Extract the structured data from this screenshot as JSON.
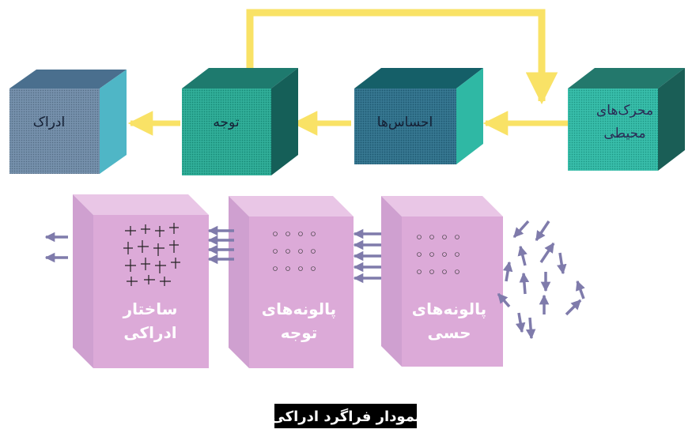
{
  "title": "نمودار فراگرد ادراکی",
  "top_row": [
    {
      "id": "stimuli",
      "lines": [
        "محرک‌های",
        "محیطی"
      ]
    },
    {
      "id": "sensations",
      "lines": [
        "احساس‌ها"
      ]
    },
    {
      "id": "attention",
      "lines": [
        "توجه"
      ]
    },
    {
      "id": "perception",
      "lines": [
        "ادراک"
      ]
    }
  ],
  "bottom_row": [
    {
      "id": "sensory-filters",
      "lines": [
        "پالونه‌های",
        "حسی"
      ]
    },
    {
      "id": "attention-filters",
      "lines": [
        "پالونه‌های",
        "توجه"
      ]
    },
    {
      "id": "cognitive-structure",
      "lines": [
        "ساختار",
        "ادراکی"
      ]
    }
  ],
  "colors": {
    "arrow_yellow": "#f9e266",
    "pink_front": "#dcaad8",
    "pink_top": "#e9c6e6",
    "pink_side": "#cfa0d0",
    "stimuli_arrows": "#7f7bab",
    "teal": "#2fb8a4",
    "slate": "#5c7f9e"
  }
}
